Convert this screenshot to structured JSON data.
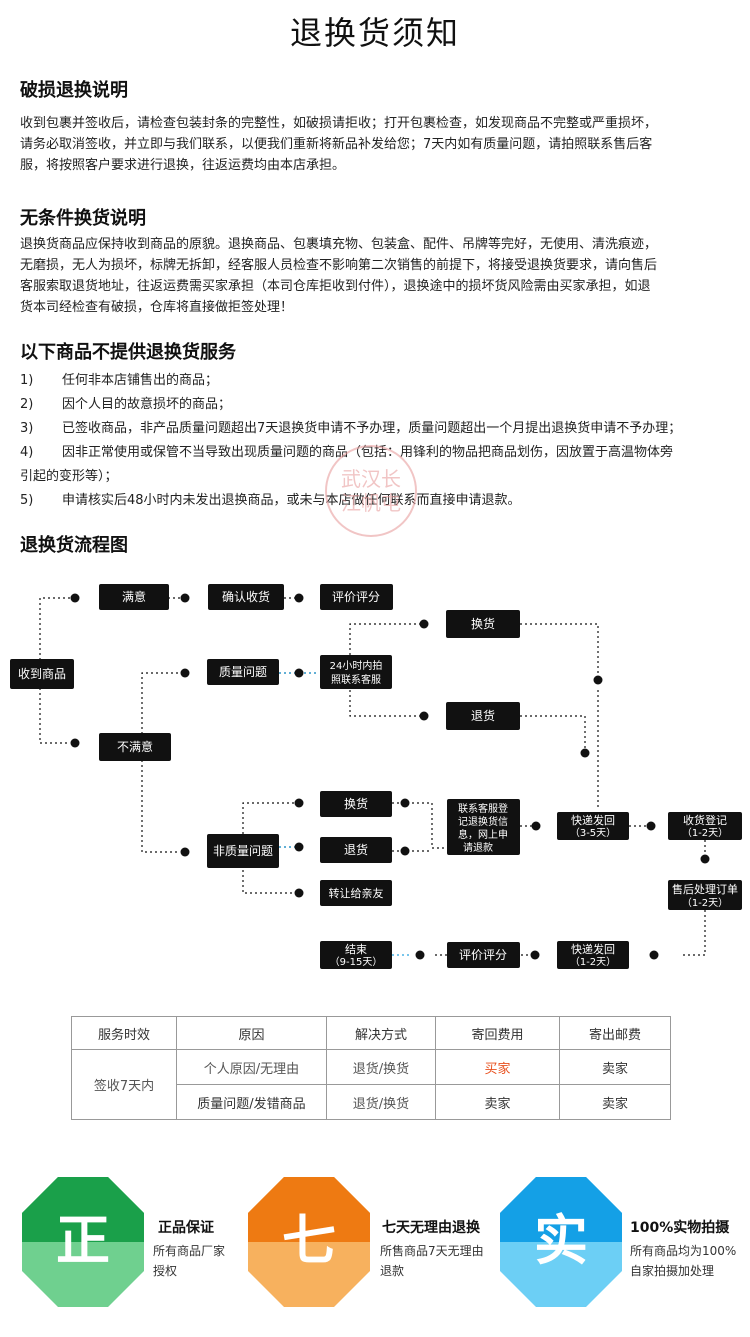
{
  "title": "退换货须知",
  "section1": {
    "heading": "破损退换说明",
    "lines": [
      "收到包裹并签收后，请检查包装封条的完整性，如破损请拒收；打开包裹检查，如发现商品不完整或严重损坏，",
      "请务必取消签收，并立即与我们联系，以便我们重新将新品补发给您；7天内如有质量问题，请拍照联系售后客",
      "服，将按照客户要求进行退换，往返运费均由本店承担。"
    ]
  },
  "section2": {
    "heading": "无条件换货说明",
    "lines": [
      "退换货商品应保持收到商品的原貌。退换商品、包裹填充物、包装盒、配件、吊牌等完好，无使用、清洗痕迹，",
      "无磨损，无人为损坏，标牌无拆卸，经客服人员检查不影响第二次销售的前提下，将接受退换货要求，请向售后",
      "客服索取退货地址，往返运费需买家承担（本司仓库拒收到付件），退换途中的损坏货风险需由买家承担，如退",
      "货本司经检查有破损，仓库将直接做拒签处理！"
    ]
  },
  "section3": {
    "heading": "以下商品不提供退换货服务",
    "items": [
      {
        "num": "1)",
        "text": "任何非本店铺售出的商品；"
      },
      {
        "num": "2)",
        "text": "因个人目的故意损坏的商品；"
      },
      {
        "num": "3)",
        "text": "已签收商品，非产品质量问题超出7天退换货申请不予办理，质量问题超出一个月提出退换货申请不予办理；"
      },
      {
        "num": "4)",
        "text": "因非正常使用或保管不当导致出现质量问题的商品（包括：用锋利的物品把商品划伤，因放置于高温物体旁"
      },
      {
        "num": "",
        "text": "引起的变形等）；"
      },
      {
        "num": "5)",
        "text": "申请核实后48小时内未发出退换商品，或未与本店做任何联系而直接申请退款。"
      }
    ],
    "stamp_line1": "武汉长",
    "stamp_line2": "江帆屯"
  },
  "section4": {
    "heading": "退换货流程图"
  },
  "flow": {
    "received": "收到商品",
    "satisfied": "满意",
    "confirm": "确认收货",
    "review1": "评价评分",
    "unsatisfied": "不满意",
    "quality": "质量问题",
    "contact24_1": "24小时内拍",
    "contact24_2": "照联系客服",
    "exchange1": "换货",
    "return1": "退货",
    "nonquality": "非质量问题",
    "exchange2": "换货",
    "return2": "退货",
    "transfer": "转让给亲友",
    "contact_lines": [
      "联系客服登",
      "记退换货信",
      "息，网上申",
      "请退款"
    ],
    "express_back": "快递发回",
    "express_back_days": "（3-5天）",
    "receive_reg": "收货登记",
    "receive_reg_days": "（1-2天）",
    "after_sale": "售后处理订单",
    "after_sale_days": "（1-2天）",
    "express_send": "快递发回",
    "express_send_days": "（1-2天）",
    "review2": "评价评分",
    "end": "结束",
    "end_days": "（9-15天）"
  },
  "table": {
    "headers": [
      "服务时效",
      "原因",
      "解决方式",
      "寄回费用",
      "寄出邮费"
    ],
    "period": "签收7天内",
    "rows": [
      {
        "reason": "个人原因/无理由",
        "solution": "退货/换货",
        "return_fee": "买家",
        "send_fee": "卖家"
      },
      {
        "reason": "质量问题/发错商品",
        "solution": "退货/换货",
        "return_fee": "卖家",
        "send_fee": "卖家"
      }
    ],
    "highlight_color": "#e8501e"
  },
  "badges": [
    {
      "char": "正",
      "title": "正品保证",
      "desc": [
        "所有商品厂家",
        "授权"
      ],
      "color_dark": "#1aa04a",
      "color_light": "#6fd08f"
    },
    {
      "char": "七",
      "title": "七天无理由退换",
      "desc": [
        "所售商品7天无理由",
        "退款"
      ],
      "color_dark": "#ee7a12",
      "color_light": "#f7b15e"
    },
    {
      "char": "实",
      "title": "100%实物拍摄",
      "desc": [
        "所有商品均为100%",
        "自家拍摄加处理"
      ],
      "color_dark": "#14a0e6",
      "color_light": "#6ccff5"
    }
  ]
}
